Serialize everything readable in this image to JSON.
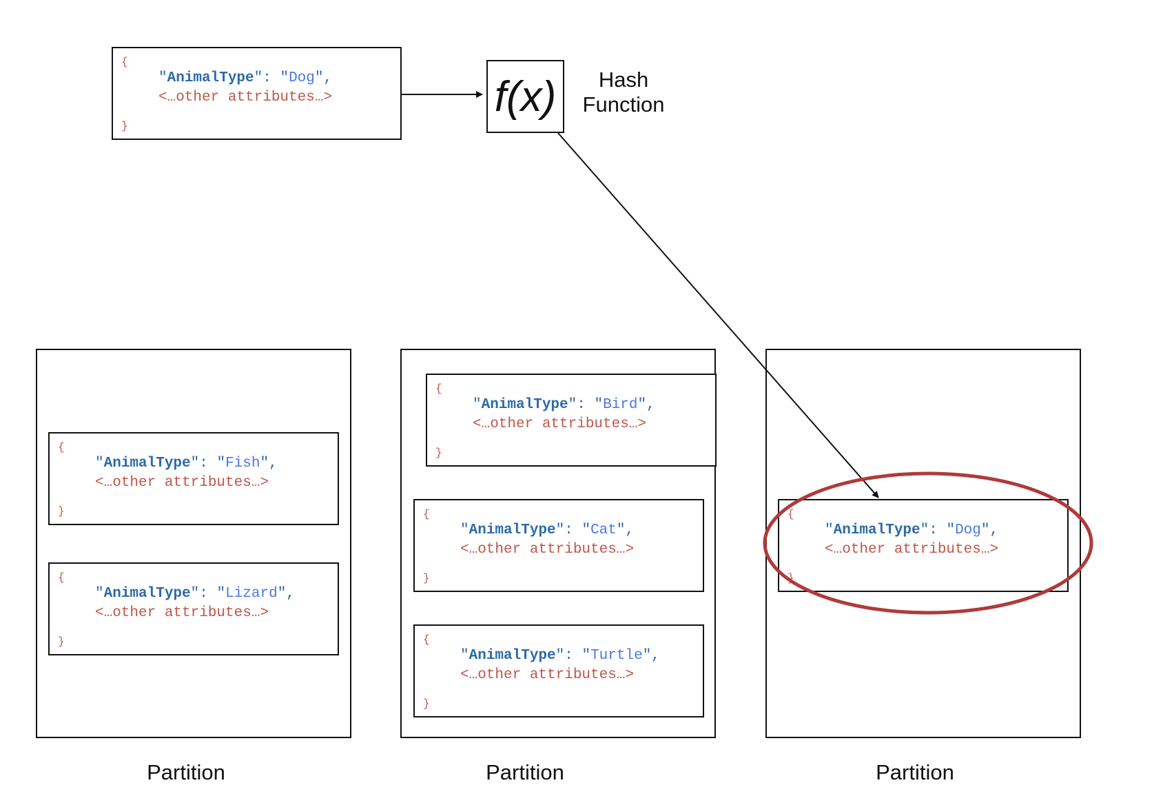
{
  "source_item": {
    "key": "AnimalType",
    "value": "Dog",
    "other": "<…other attributes…>"
  },
  "hash": {
    "symbol": "f(x)",
    "label_line1": "Hash",
    "label_line2": "Function"
  },
  "partitions": [
    {
      "label": "Partition",
      "items": [
        {
          "key": "AnimalType",
          "value": "Fish",
          "other": "<…other attributes…>"
        },
        {
          "key": "AnimalType",
          "value": "Lizard",
          "other": "<…other attributes…>"
        }
      ]
    },
    {
      "label": "Partition",
      "items": [
        {
          "key": "AnimalType",
          "value": "Bird",
          "other": "<…other attributes…>"
        },
        {
          "key": "AnimalType",
          "value": "Cat",
          "other": "<…other attributes…>"
        },
        {
          "key": "AnimalType",
          "value": "Turtle",
          "other": "<…other attributes…>"
        }
      ]
    },
    {
      "label": "Partition",
      "items": [
        {
          "key": "AnimalType",
          "value": "Dog",
          "other": "<…other attributes…>"
        }
      ]
    }
  ],
  "braces": {
    "open": "{",
    "close": "}"
  },
  "colors": {
    "highlight": "#b03a3a",
    "key": "#2c6aa8",
    "value": "#4a78e6",
    "other": "#c0564b"
  }
}
